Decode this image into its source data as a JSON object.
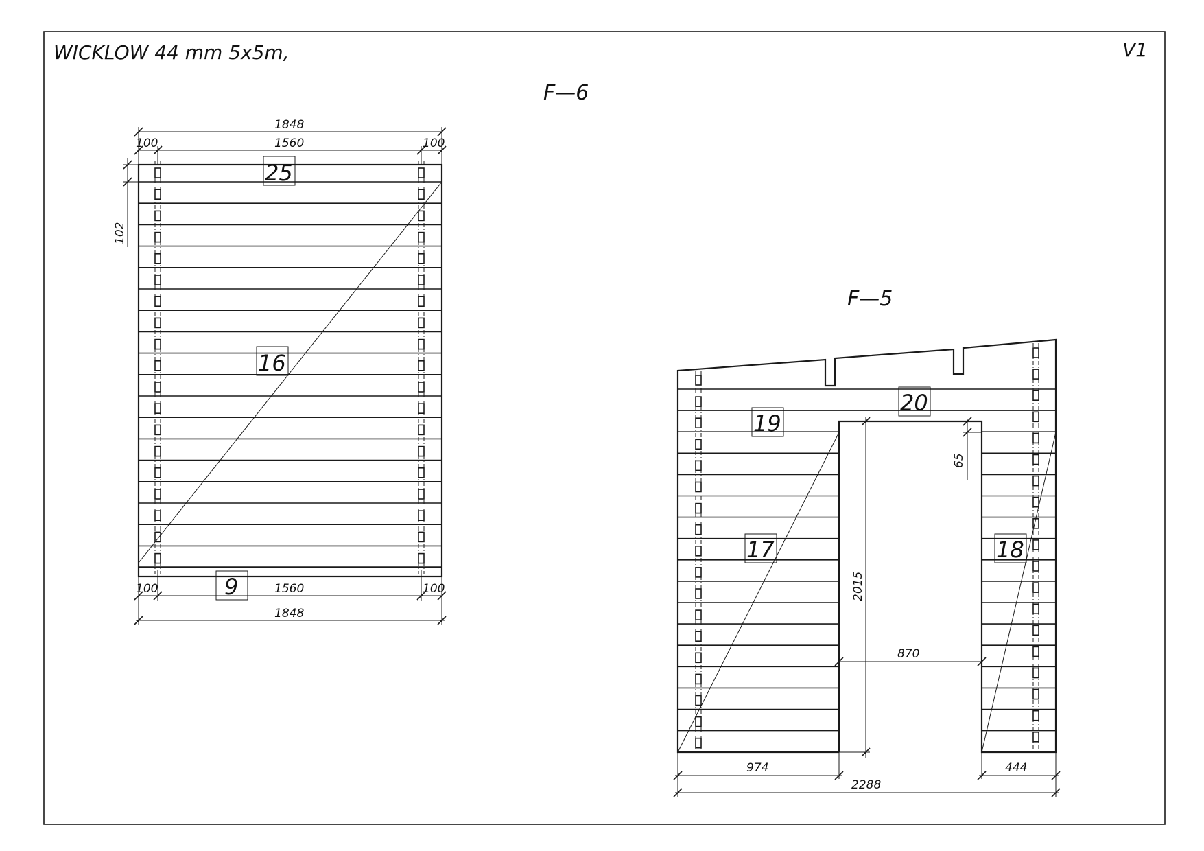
{
  "header": {
    "title": "WICKLOW 44 mm 5x5m,",
    "version": "V1"
  },
  "views": {
    "f6": {
      "label": "F—6",
      "dims": {
        "overall_top": "1848",
        "inner_top": "1560",
        "left_top": "100",
        "right_top": "100",
        "log_height": "102",
        "overall_bottom": "1848",
        "inner_bottom": "1560",
        "left_bottom": "100",
        "right_bottom": "100"
      },
      "marks": {
        "top": "25",
        "middle": "16",
        "bottom": "9"
      }
    },
    "f5": {
      "label": "F—5",
      "dims": {
        "opening_height": "2015",
        "opening_width": "870",
        "lintel": "65",
        "left_part": "974",
        "right_part": "444",
        "overall": "2288"
      },
      "marks": {
        "top": "20",
        "left_top": "19",
        "left": "17",
        "right": "18"
      }
    }
  }
}
